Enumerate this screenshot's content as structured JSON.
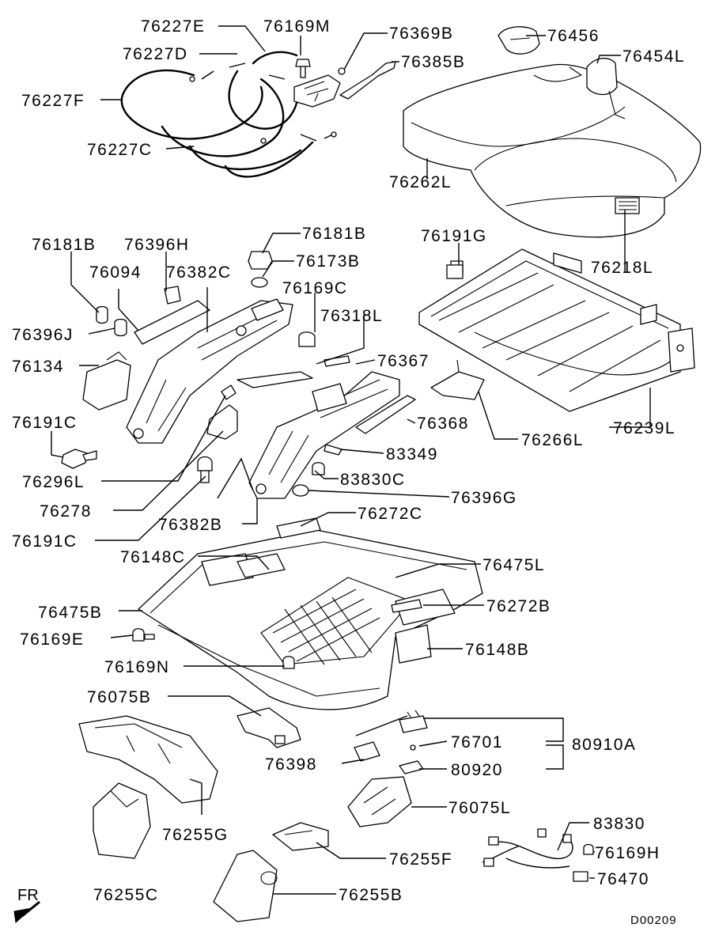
{
  "diagram": {
    "title": "",
    "labels": [
      "76227E",
      "76169M",
      "76369B",
      "76456",
      "76227D",
      "76385B",
      "76454L",
      "76227F",
      "76227C",
      "76262L",
      "76181B",
      "76396H",
      "76181B",
      "76173B",
      "76191G",
      "76218L",
      "76094",
      "76382C",
      "76169C",
      "76396J",
      "76318L",
      "76134",
      "76367",
      "76191C",
      "76368",
      "76266L",
      "76239L",
      "83349",
      "76296L",
      "83830C",
      "76278",
      "76396G",
      "76382B",
      "76272C",
      "76191C",
      "76148C",
      "76475L",
      "76475B",
      "76272B",
      "76169E",
      "76148B",
      "76169N",
      "76075B",
      "76701",
      "80910A",
      "76398",
      "80920",
      "76075L",
      "76255G",
      "83830",
      "76169H",
      "76255F",
      "76470",
      "76255C",
      "76255B"
    ],
    "direction_indicator": "FR",
    "diagram_code": "D00209"
  }
}
